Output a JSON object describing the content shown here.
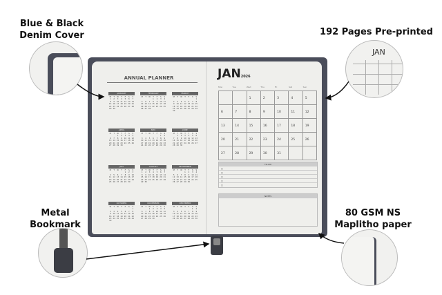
{
  "callouts": {
    "cover": "Blue & Black Denim Cover",
    "pages": "192 Pages Pre-printed",
    "bookmark": "Metal Bookmark",
    "paper": "80 GSM NS Maplitho paper"
  },
  "annual": {
    "title": "ANNUAL PLANNER",
    "weekdays": [
      "M",
      "T",
      "W",
      "T",
      "F",
      "S",
      "S"
    ],
    "months": [
      "JANUARY",
      "FEBRUARY",
      "MARCH",
      "APRIL",
      "MAY",
      "JUNE",
      "JULY",
      "AUGUST",
      "SEPTEMBER",
      "OCTOBER",
      "NOVEMBER",
      "DECEMBER"
    ]
  },
  "monthly": {
    "month": "JAN",
    "year": "2026",
    "days": [
      "Mon",
      "Tue",
      "Wed",
      "Thu",
      "Fri",
      "Sat",
      "Sun"
    ],
    "leading_blanks": 2,
    "num_days": 31,
    "todo": "TO-DO",
    "notes": "NOTES"
  },
  "zoom_detail": {
    "month": "JAN"
  }
}
